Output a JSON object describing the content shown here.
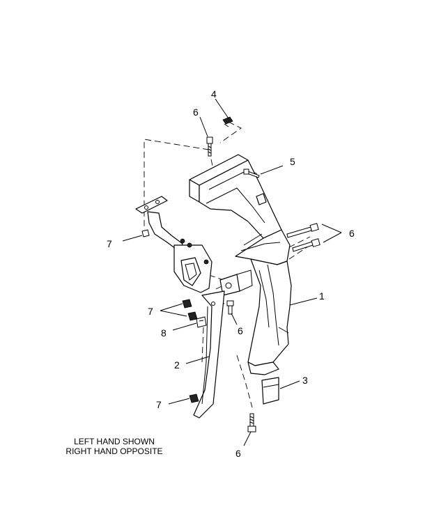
{
  "callouts": {
    "c1": "1",
    "c2": "2",
    "c3": "3",
    "c4": "4",
    "c5": "5",
    "c6_top": "6",
    "c6_right": "6",
    "c6_mid": "6",
    "c6_bottom": "6",
    "c7_upper": "7",
    "c7_mid": "7",
    "c7_lower": "7",
    "c8": "8"
  },
  "note": {
    "line1": "LEFT HAND SHOWN",
    "line2": "RIGHT HAND OPPOSITE"
  }
}
